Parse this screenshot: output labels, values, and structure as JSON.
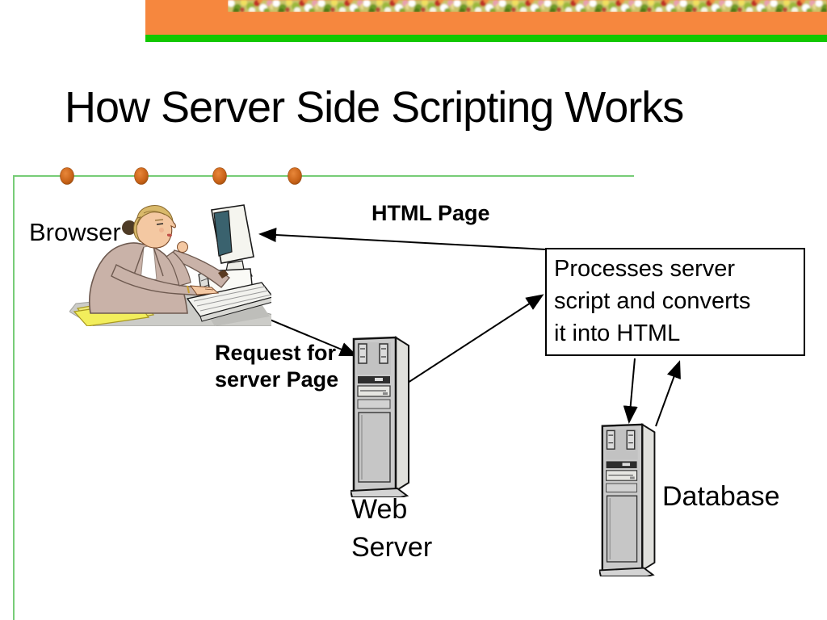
{
  "slide": {
    "title": "How Server Side Scripting Works"
  },
  "labels": {
    "browser": "Browser",
    "html_page": "HTML Page",
    "request": [
      "Request for",
      "server Page"
    ],
    "processes": [
      "Processes server",
      "script and converts",
      "it into HTML"
    ],
    "web_server": [
      "Web",
      "Server"
    ],
    "database": "Database"
  },
  "icons": {
    "browser_clipart": "woman-at-computer",
    "web_server_clipart": "server-tower",
    "database_clipart": "server-tower"
  },
  "colors": {
    "banner_orange": "#F6873E",
    "banner_green": "#12C700",
    "divider_green": "#77CC77",
    "bullet_orange": "#CD6A1E",
    "arrow_black": "#000000",
    "box_border": "#000000",
    "background": "#FFFFFF"
  }
}
